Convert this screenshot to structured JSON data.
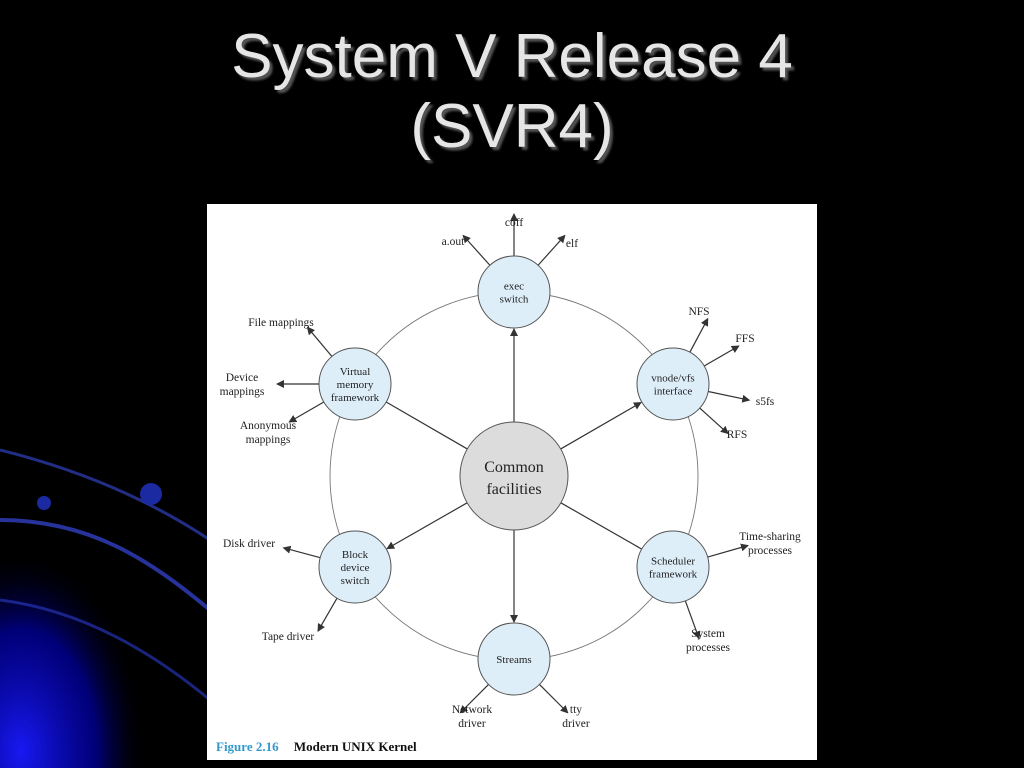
{
  "slide": {
    "title_line1": "System V Release 4",
    "title_line2": "(SVR4)"
  },
  "figure": {
    "caption_number": "Figure 2.16",
    "caption_title": "Modern UNIX Kernel",
    "center": {
      "line1": "Common",
      "line2": "facilities"
    },
    "nodes": {
      "exec": [
        "exec",
        "switch"
      ],
      "vnode": [
        "vnode/vfs",
        "interface"
      ],
      "scheduler": [
        "Scheduler",
        "framework"
      ],
      "streams": [
        "Streams"
      ],
      "block": [
        "Block",
        "device",
        "switch"
      ],
      "vm": [
        "Virtual",
        "memory",
        "framework"
      ]
    },
    "labels": {
      "exec_coff": [
        "coff"
      ],
      "exec_aout": [
        "a.out"
      ],
      "exec_elf": [
        "elf"
      ],
      "vnode_nfs": [
        "NFS"
      ],
      "vnode_ffs": [
        "FFS"
      ],
      "vnode_s5fs": [
        "s5fs"
      ],
      "vnode_rfs": [
        "RFS"
      ],
      "sched_ts": [
        "Time-sharing",
        "processes"
      ],
      "sched_sys": [
        "System",
        "processes"
      ],
      "streams_net": [
        "Network",
        "driver"
      ],
      "streams_tty": [
        "tty",
        "driver"
      ],
      "block_disk": [
        "Disk driver"
      ],
      "block_tape": [
        "Tape driver"
      ],
      "vm_file": [
        "File mappings"
      ],
      "vm_dev": [
        "Device",
        "mappings"
      ],
      "vm_anon": [
        "Anonymous",
        "mappings"
      ]
    },
    "colors": {
      "node_fill": "#ddeef9",
      "center_fill": "#dcdcdc",
      "line": "#333333",
      "caption_number": "#3399cc"
    }
  }
}
